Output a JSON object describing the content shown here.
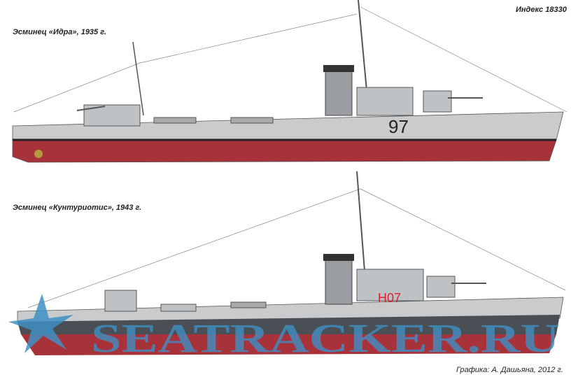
{
  "index_label": "Индекс 18330",
  "ships": [
    {
      "caption": "Эсминец «Идра», 1935 г.",
      "hull_number": "97"
    },
    {
      "caption": "Эсминец «Кунтуриотис», 1943 г.",
      "hull_number": "H07"
    }
  ],
  "watermark": "SEATRACKER.RU",
  "credit": "Графика: А. Дашьяна, 2012 г.",
  "colors": {
    "hull_red": "#a8323a",
    "hull_grey": "#c9cbcd",
    "dark_grey": "#4a4f55",
    "watermark_blue": "#3f8fc4"
  }
}
